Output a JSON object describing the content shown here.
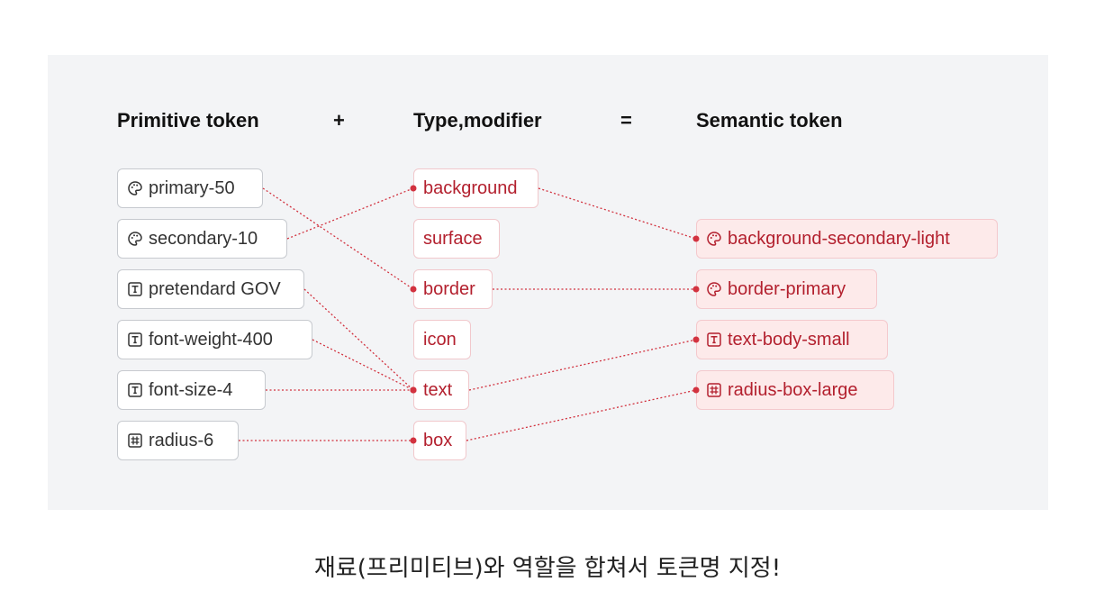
{
  "headers": {
    "primitive": "Primitive token",
    "plus": "+",
    "type": "Type,modifier",
    "equals": "=",
    "semantic": "Semantic token"
  },
  "primitive_tokens": [
    {
      "label": "primary-50",
      "icon": "palette-icon"
    },
    {
      "label": "secondary-10",
      "icon": "palette-icon"
    },
    {
      "label": "pretendard GOV",
      "icon": "text-icon"
    },
    {
      "label": "font-weight-400",
      "icon": "text-icon"
    },
    {
      "label": "font-size-4",
      "icon": "text-icon"
    },
    {
      "label": "radius-6",
      "icon": "grid-icon"
    }
  ],
  "type_tokens": [
    {
      "label": "background"
    },
    {
      "label": "surface"
    },
    {
      "label": "border"
    },
    {
      "label": "icon"
    },
    {
      "label": "text"
    },
    {
      "label": "box"
    }
  ],
  "semantic_tokens": [
    {
      "label": "background-secondary-light",
      "icon": "palette-icon"
    },
    {
      "label": "border-primary",
      "icon": "palette-icon"
    },
    {
      "label": "text-body-small",
      "icon": "text-icon"
    },
    {
      "label": "radius-box-large",
      "icon": "grid-icon"
    }
  ],
  "connections": {
    "primitive_to_type": [
      [
        0,
        2
      ],
      [
        1,
        0
      ],
      [
        2,
        4
      ],
      [
        3,
        4
      ],
      [
        4,
        4
      ],
      [
        5,
        5
      ]
    ],
    "type_to_semantic": [
      [
        0,
        0
      ],
      [
        2,
        1
      ],
      [
        4,
        2
      ],
      [
        5,
        3
      ]
    ]
  },
  "colors": {
    "accent": "#b3202e",
    "connector": "#d2323f",
    "panel": "#f3f4f6"
  },
  "caption": "재료(프리미티브)와 역할을 합쳐서 토큰명 지정!"
}
